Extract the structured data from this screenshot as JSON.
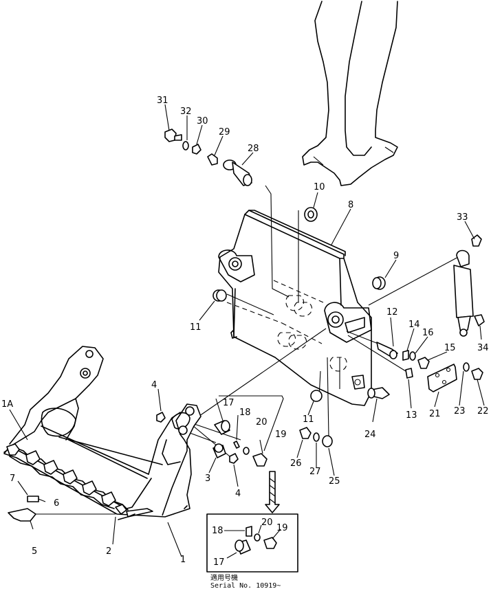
{
  "callouts": [
    {
      "id": "c31",
      "text": "31"
    },
    {
      "id": "c32",
      "text": "32"
    },
    {
      "id": "c30",
      "text": "30"
    },
    {
      "id": "c29",
      "text": "29"
    },
    {
      "id": "c28",
      "text": "28"
    },
    {
      "id": "c10",
      "text": "10"
    },
    {
      "id": "c8",
      "text": "8"
    },
    {
      "id": "c33",
      "text": "33"
    },
    {
      "id": "c9",
      "text": "9"
    },
    {
      "id": "c11a",
      "text": "11"
    },
    {
      "id": "c12",
      "text": "12"
    },
    {
      "id": "c14",
      "text": "14"
    },
    {
      "id": "c16",
      "text": "16"
    },
    {
      "id": "c15",
      "text": "15"
    },
    {
      "id": "c34",
      "text": "34"
    },
    {
      "id": "c4a",
      "text": "4"
    },
    {
      "id": "c17a",
      "text": "17"
    },
    {
      "id": "c18a",
      "text": "18"
    },
    {
      "id": "c20a",
      "text": "20"
    },
    {
      "id": "c19a",
      "text": "19"
    },
    {
      "id": "c11b",
      "text": "11"
    },
    {
      "id": "c24",
      "text": "24"
    },
    {
      "id": "c13",
      "text": "13"
    },
    {
      "id": "c21",
      "text": "21"
    },
    {
      "id": "c23",
      "text": "23"
    },
    {
      "id": "c22",
      "text": "22"
    },
    {
      "id": "c1A",
      "text": "1A"
    },
    {
      "id": "c3",
      "text": "3"
    },
    {
      "id": "c4b",
      "text": "4"
    },
    {
      "id": "c26",
      "text": "26"
    },
    {
      "id": "c27",
      "text": "27"
    },
    {
      "id": "c25",
      "text": "25"
    },
    {
      "id": "c7",
      "text": "7"
    },
    {
      "id": "c6",
      "text": "6"
    },
    {
      "id": "c5",
      "text": "5"
    },
    {
      "id": "c2",
      "text": "2"
    },
    {
      "id": "c1",
      "text": "1"
    },
    {
      "id": "c18b",
      "text": "18"
    },
    {
      "id": "c20b",
      "text": "20"
    },
    {
      "id": "c19b",
      "text": "19"
    },
    {
      "id": "c17b",
      "text": "17"
    }
  ],
  "inset_caption": {
    "line1": "適用号機",
    "line2": "Serial  No.  10919~"
  }
}
